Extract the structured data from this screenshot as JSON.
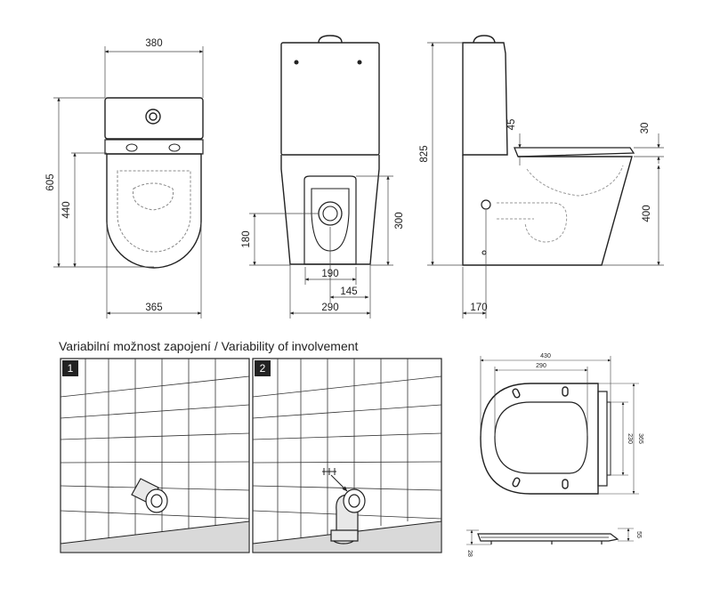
{
  "section_title": "Variabilní možnost zapojení / Variability of involvement",
  "variants": [
    {
      "number": "1"
    },
    {
      "number": "2"
    }
  ],
  "dimensions": {
    "top_view": {
      "width": "380",
      "depth": "605",
      "bowl_depth": "440",
      "base_width": "365"
    },
    "front_view": {
      "outlet_width": "190",
      "outlet_offset": "145",
      "base_width": "290",
      "outlet_height": "180",
      "outlet_center_height": "300"
    },
    "side_view": {
      "total_height": "825",
      "tank_gap": "45",
      "seat_thickness": "30",
      "seat_height": "400",
      "outlet_offset": "170"
    },
    "seat_top": {
      "overall_width": "430",
      "inner_width": "290",
      "depth": "365",
      "hinge_span": "230"
    },
    "seat_side": {
      "thickness": "55",
      "base": "28"
    }
  },
  "colors": {
    "line": "#222222",
    "hidden": "#888888",
    "wall": "#d9d9d9",
    "accent": "#ffffff"
  }
}
